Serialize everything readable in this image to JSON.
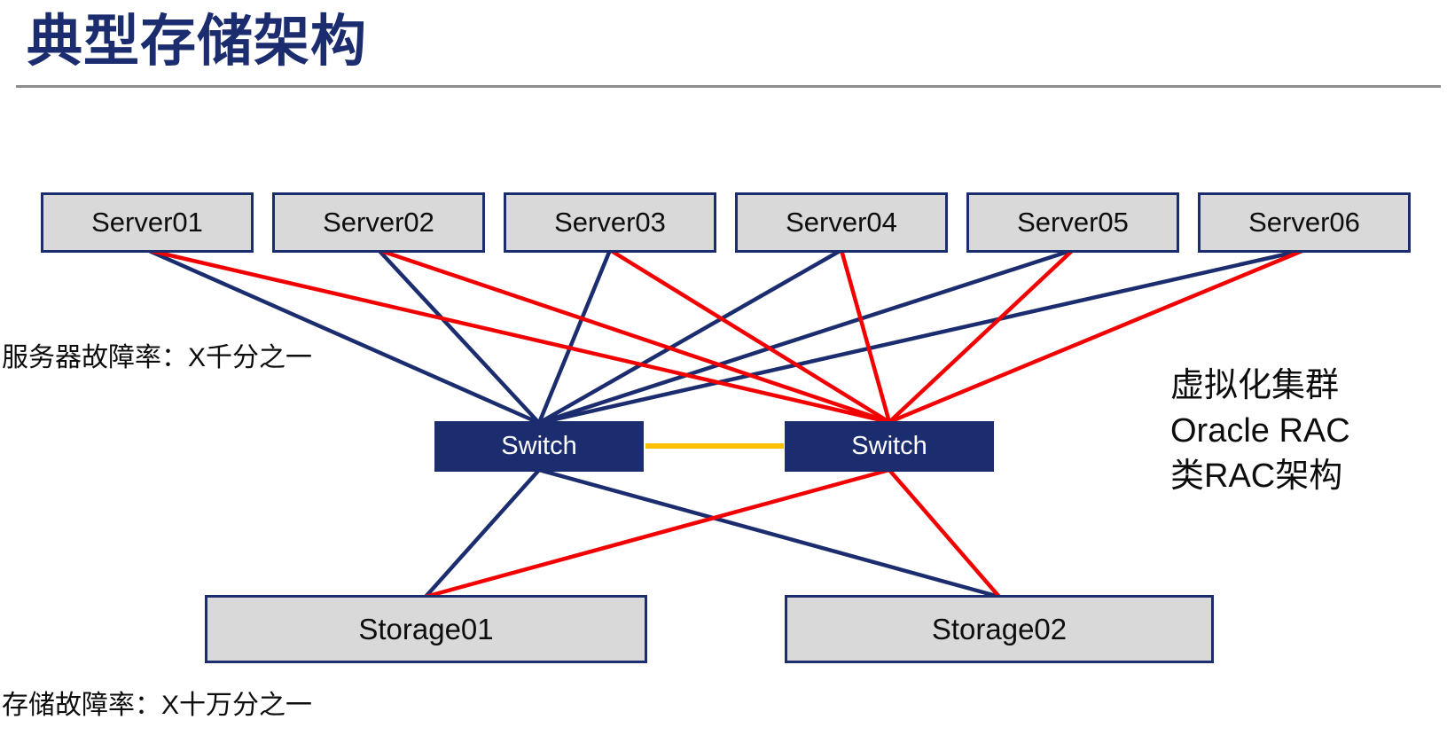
{
  "title": "典型存储架构",
  "servers": [
    "Server01",
    "Server02",
    "Server03",
    "Server04",
    "Server05",
    "Server06"
  ],
  "switches": [
    "Switch",
    "Switch"
  ],
  "storages": [
    "Storage01",
    "Storage02"
  ],
  "annotations": {
    "server_failure_rate": "服务器故障率：X千分之一",
    "storage_failure_rate": "存储故障率：X十万分之一",
    "cluster_note_lines": [
      "虚拟化集群",
      "Oracle RAC",
      "类RAC架构"
    ]
  },
  "colors": {
    "navy": "#1c2d6f",
    "red": "#f20000",
    "orange": "#ffc000",
    "box_fill": "#d9d9d9",
    "divider": "#8c8c8c"
  }
}
